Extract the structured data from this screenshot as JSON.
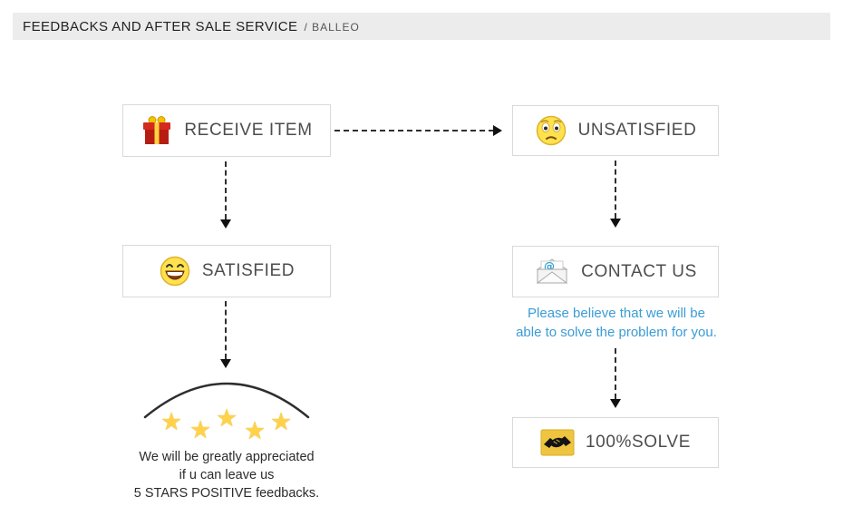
{
  "header": {
    "title": "FEEDBACKS AND AFTER SALE SERVICE",
    "brand": "/ BALLEO"
  },
  "flow": {
    "receive_item": "RECEIVE ITEM",
    "unsatisfied": "UNSATISFIED",
    "satisfied": "SATISFIED",
    "contact_us": "CONTACT US",
    "solve": "100%SOLVE"
  },
  "contact_note": {
    "line1": "Please believe that we will be",
    "line2": "able to solve the problem for you."
  },
  "feedback_note": {
    "line1": "We will be greatly appreciated",
    "line2": "if u can leave us",
    "line3": "5 STARS POSITIVE feedbacks."
  },
  "stars": {
    "count": 5,
    "glyph": "★"
  },
  "colors": {
    "header_bg": "#ececec",
    "box_border": "#d9d9d9",
    "box_text": "#4d4d4d",
    "note_blue": "#3b9cd6",
    "star_yellow": "#ffd24a"
  }
}
